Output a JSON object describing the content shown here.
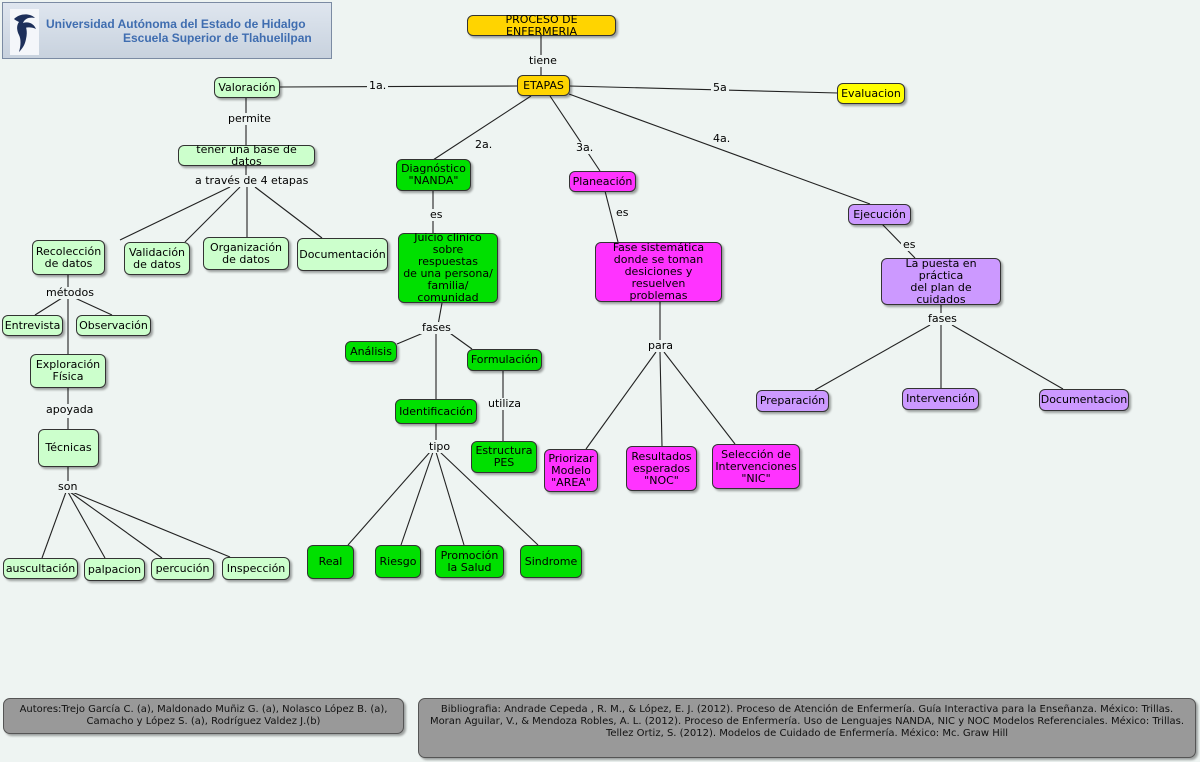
{
  "header": {
    "line1": "Universidad Autónoma del Estado de Hidalgo",
    "line2": "Escuela Superior de Tlahuelilpan"
  },
  "colors": {
    "background": "#eef4f2",
    "yellow": "#ffd400",
    "light_green": "#ccffcc",
    "green": "#00e000",
    "magenta": "#ff33ff",
    "purple": "#cc99ff",
    "footer_gray": "#999999"
  },
  "nodes": {
    "proceso": "PROCESO DE ENFERMERIA",
    "etapas": "ETAPAS",
    "evaluacion": "Evaluacion",
    "valoracion": "Valoración",
    "base_datos": "tener una base de datos",
    "recoleccion": "Recolección\nde datos",
    "validacion": "Validación\nde datos",
    "organizacion": "Organización\nde datos",
    "documentacion_v": "Documentación",
    "entrevista": "Entrevista",
    "observacion": "Observación",
    "exploracion": "Exploración\nFísica",
    "tecnicas": "Técnicas",
    "auscultacion": "auscultación",
    "palpacion": "palpacion",
    "percucion": "percución",
    "inspeccion": "Inspección",
    "diagnostico": "Diagnóstico\n\"NANDA\"",
    "juicio": "Juicio clinico\nsobre respuestas\nde una persona/\nfamilia/\ncomunidad",
    "analisis": "Análisis",
    "formulacion": "Formulación",
    "identificacion": "Identificación",
    "estructura": "Estructura\nPES",
    "real": "Real",
    "riesgo": "Riesgo",
    "promocion": "Promoción\nla Salud",
    "sindrome": "Sindrome",
    "planeacion": "Planeación",
    "fase_sistematica": "Fase sistemática\ndonde se toman\ndesiciones y resuelven\nproblemas",
    "priorizar": "Priorizar\nModelo\n\"AREA\"",
    "resultados": "Resultados\nesperados\n\"NOC\"",
    "seleccion": "Selección de\nIntervenciones\n\"NIC\"",
    "ejecucion": "Ejecución",
    "puesta": "La puesta en práctica\ndel plan de cuidados",
    "preparacion": "Preparación",
    "intervencion": "Intervención",
    "documentacion_e": "Documentacion"
  },
  "labels": {
    "tiene": "tiene",
    "l1a": "1a.",
    "l5a": "5a",
    "l2a": "2a.",
    "l3a": "3a.",
    "l4a": "4a.",
    "permite": "permite",
    "a_traves": "a través de 4 etapas",
    "metodos": "métodos",
    "apoyada": "apoyada",
    "son": "son",
    "es_diag": "es",
    "fases_diag": "fases",
    "utiliza": "utiliza",
    "tipo": "tipo",
    "es_plan": "es",
    "para": "para",
    "es_ejec": "es",
    "fases_ejec": "fases"
  },
  "footer": {
    "autores": "Autores:Trejo García C. (a), Maldonado Muñiz G.  (a), Nolasco López B. (a),\nCamacho y López S. (a), Rodríguez Valdez J.(b)",
    "bibliografia": "Bibliografia: Andrade Cepeda , R. M., & López, E. J. (2012). Proceso de Atención de Enfermería. Guía Interactiva para la Enseñanza. México: Trillas.\nMoran Aguilar, V., & Mendoza Robles, A. L. (2012). Proceso de Enfermería. Uso de Lenguajes NANDA, NIC y NOC Modelos Referenciales. México: Trillas.\nTellez Ortiz, S. (2012). Modelos de Cuidado de Enfermería. México: Mc. Graw Hill"
  }
}
